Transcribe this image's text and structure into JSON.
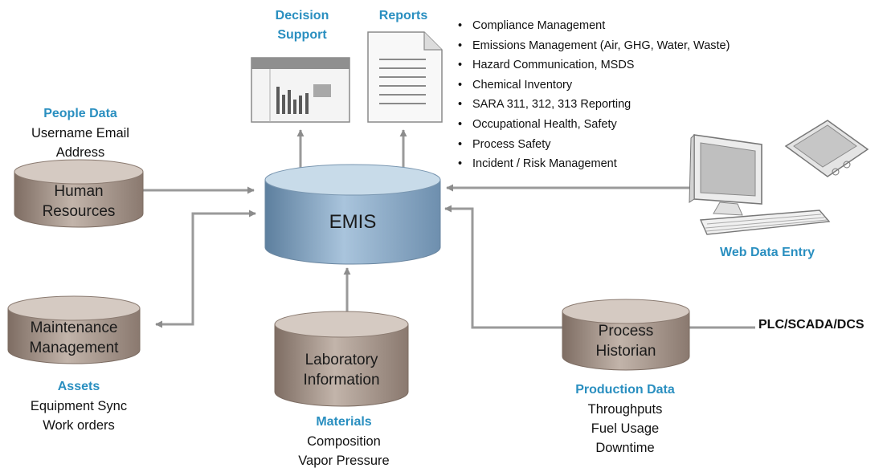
{
  "colors": {
    "heading": "#2a8fc0",
    "arrow": "#8c8c8c",
    "emis_cylinder": "#8fb1cf",
    "db_cylinder": "#a8988e"
  },
  "center": {
    "label": "EMIS"
  },
  "databases": {
    "human_resources": [
      "Human",
      "Resources"
    ],
    "maintenance": [
      "Maintenance",
      "Management"
    ],
    "laboratory": [
      "Laboratory",
      "Information"
    ],
    "historian": [
      "Process",
      "Historian"
    ]
  },
  "labels": {
    "people_data": {
      "heading": "People Data",
      "lines": [
        "Username Email",
        "Address"
      ]
    },
    "assets": {
      "heading": "Assets",
      "lines": [
        "Equipment Sync",
        "Work orders"
      ]
    },
    "materials": {
      "heading": "Materials",
      "lines": [
        "Composition",
        "Vapor Pressure"
      ]
    },
    "production": {
      "heading": "Production Data",
      "lines": [
        "Throughputs",
        "Fuel Usage",
        "Downtime"
      ]
    },
    "web_entry": {
      "heading": "Web Data Entry"
    },
    "decision": {
      "heading": [
        "Decision",
        "Support"
      ]
    },
    "reports": {
      "heading": "Reports"
    },
    "plc": "PLC/SCADA/DCS"
  },
  "report_items": [
    "Compliance Management",
    "Emissions Management (Air, GHG, Water, Waste)",
    "Hazard Communication, MSDS",
    "Chemical Inventory",
    "SARA 311, 312, 313 Reporting",
    "Occupational Health, Safety",
    "Process Safety",
    "Incident / Risk Management"
  ],
  "icons": [
    "decision-support-window-icon",
    "report-document-icon",
    "computer-monitor-icon",
    "keyboard-icon",
    "pda-icon"
  ]
}
